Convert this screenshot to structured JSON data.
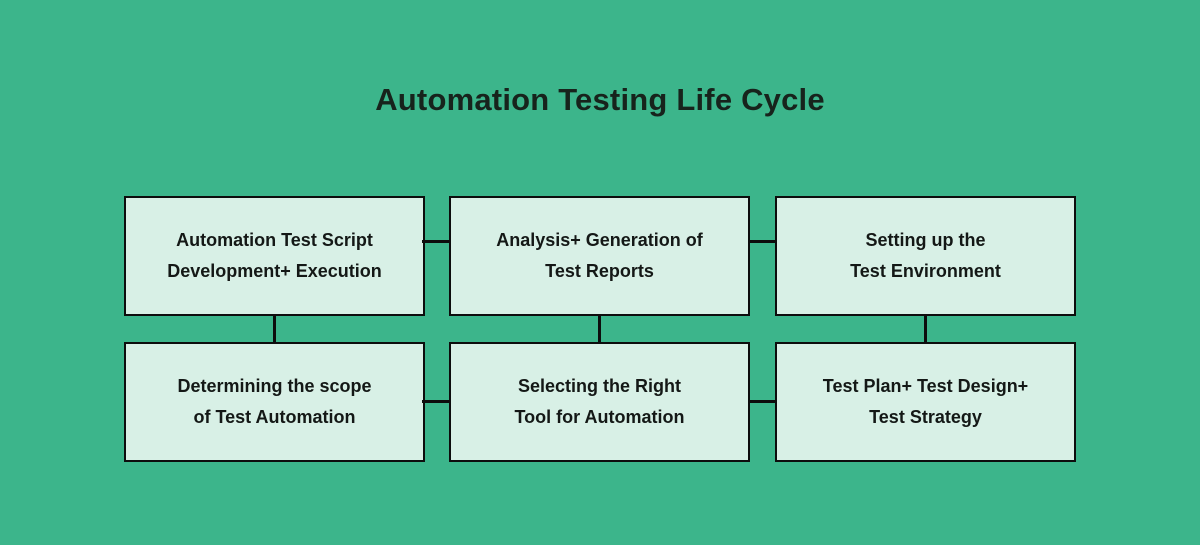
{
  "title": "Automation Testing Life Cycle",
  "colors": {
    "background": "#3cb58b",
    "node-fill": "#d8f0e6",
    "node-border": "#0d0d0d",
    "connector": "#0d0d0d",
    "title-text": "#17231c",
    "node-text": "#141816"
  },
  "nodes": [
    {
      "line1": "Automation Test Script",
      "line2": "Development+ Execution"
    },
    {
      "line1": "Analysis+ Generation of",
      "line2": "Test Reports"
    },
    {
      "line1": "Setting up the",
      "line2": "Test Environment"
    },
    {
      "line1": "Determining the scope",
      "line2": "of Test Automation"
    },
    {
      "line1": "Selecting the Right",
      "line2": "Tool for Automation"
    },
    {
      "line1": "Test Plan+ Test Design+",
      "line2": "Test Strategy"
    }
  ]
}
